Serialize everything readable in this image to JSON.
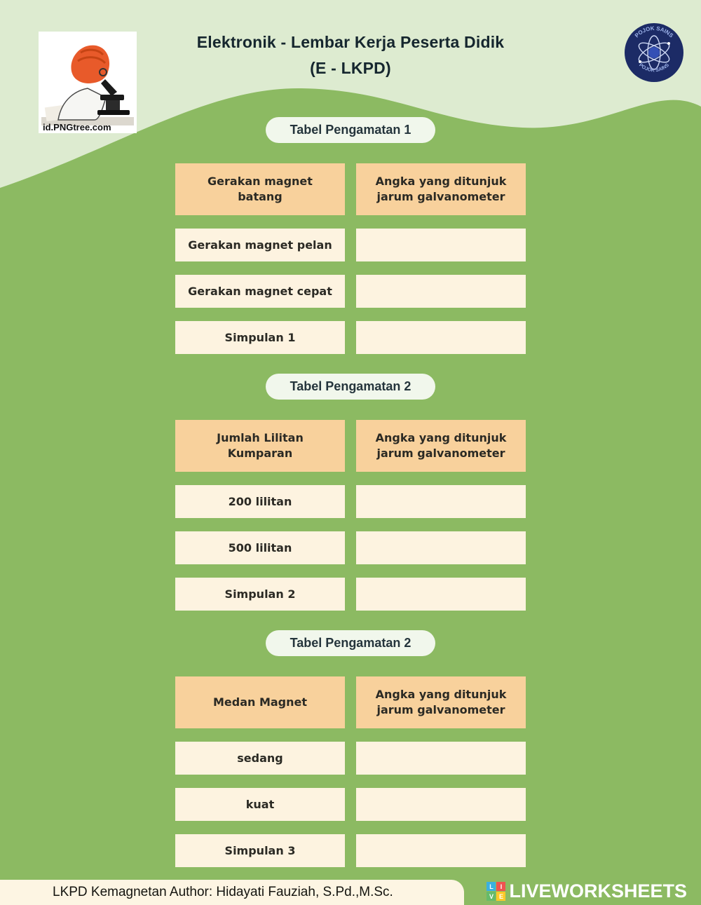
{
  "header": {
    "title_line1": "Elektronik - Lembar Kerja Peserta Didik",
    "title_line2": "(E - LKPD)",
    "watermark": "id.PNGtree.com",
    "badge_arc_text": "POJOK SAINS"
  },
  "tables": [
    {
      "label": "Tabel Pengamatan 1",
      "header_left": "Gerakan magnet batang",
      "header_right": "Angka yang ditunjuk jarum galvanometer",
      "rows": [
        {
          "label": "Gerakan magnet pelan",
          "value": ""
        },
        {
          "label": "Gerakan magnet cepat",
          "value": ""
        },
        {
          "label": "Simpulan 1",
          "value": ""
        }
      ]
    },
    {
      "label": "Tabel Pengamatan 2",
      "header_left": "Jumlah Lilitan Kumparan",
      "header_right": "Angka yang ditunjuk jarum galvanometer",
      "rows": [
        {
          "label": "200 lilitan",
          "value": ""
        },
        {
          "label": "500 lilitan",
          "value": ""
        },
        {
          "label": "Simpulan 2",
          "value": ""
        }
      ]
    },
    {
      "label": "Tabel Pengamatan 2",
      "header_left": "Medan Magnet",
      "header_right": "Angka yang ditunjuk jarum galvanometer",
      "rows": [
        {
          "label": "sedang",
          "value": ""
        },
        {
          "label": "kuat",
          "value": ""
        },
        {
          "label": "Simpulan 3",
          "value": ""
        }
      ]
    }
  ],
  "footer": {
    "credit": "LKPD  Kemagnetan  Author:  Hidayati Fauziah, S.Pd.,M.Sc.",
    "brand": "LIVEWORKSHEETS",
    "brand_letters": {
      "l": "L",
      "i": "I",
      "v": "V",
      "e": "E"
    }
  },
  "colors": {
    "page_green": "#8cba62",
    "wave_light_green": "#ddebd0",
    "table_header_orange": "#f8d19c",
    "table_cell_cream": "#fdf3e0",
    "pill_background": "#f1f7ec",
    "footer_cream": "#fdf5e3",
    "badge_navy": "#1c2b66"
  }
}
